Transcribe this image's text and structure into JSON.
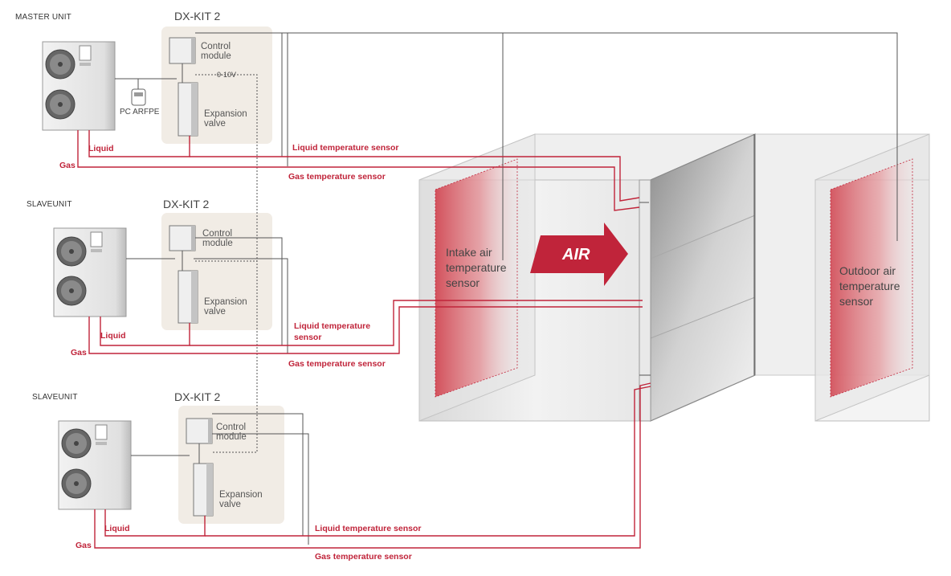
{
  "units": [
    {
      "title": "MASTER UNIT",
      "kit": "DX-KIT 2",
      "control": [
        "Control",
        "module"
      ],
      "valve": [
        "Expansion",
        "valve"
      ],
      "liquid": "Liquid",
      "gas": "Gas",
      "liquid_sensor": "Liquid temperature sensor",
      "gas_sensor": "Gas temperature sensor"
    },
    {
      "title": "SLAVEUNIT",
      "kit": "DX-KIT 2",
      "control": [
        "Control",
        "module"
      ],
      "valve": [
        "Expansion",
        "valve"
      ],
      "liquid": "Liquid",
      "gas": "Gas",
      "liquid_sensor": [
        "Liquid temperature",
        "sensor"
      ],
      "gas_sensor": "Gas temperature sensor"
    },
    {
      "title": "SLAVEUNIT",
      "kit": "DX-KIT 2",
      "control": [
        "Control",
        "module"
      ],
      "valve": [
        "Expansion",
        "valve"
      ],
      "liquid": "Liquid",
      "gas": "Gas",
      "liquid_sensor": "Liquid temperature sensor",
      "gas_sensor": "Gas temperature sensor"
    }
  ],
  "controller": "PC ARFPE",
  "signal": "0-10V",
  "air_label": "AIR",
  "intake_sensor": [
    "Intake air",
    "temperature",
    "sensor"
  ],
  "outdoor_sensor": [
    "Outdoor air",
    "temperature",
    "sensor"
  ],
  "colors": {
    "pipe": "#c0243a",
    "wire": "#555555",
    "kit_bg": "#f1ece5",
    "coil": "#d9545c"
  },
  "icons": [
    "outdoor-unit-icon",
    "control-module-icon",
    "expansion-valve-icon",
    "controller-icon",
    "air-arrow-icon"
  ]
}
